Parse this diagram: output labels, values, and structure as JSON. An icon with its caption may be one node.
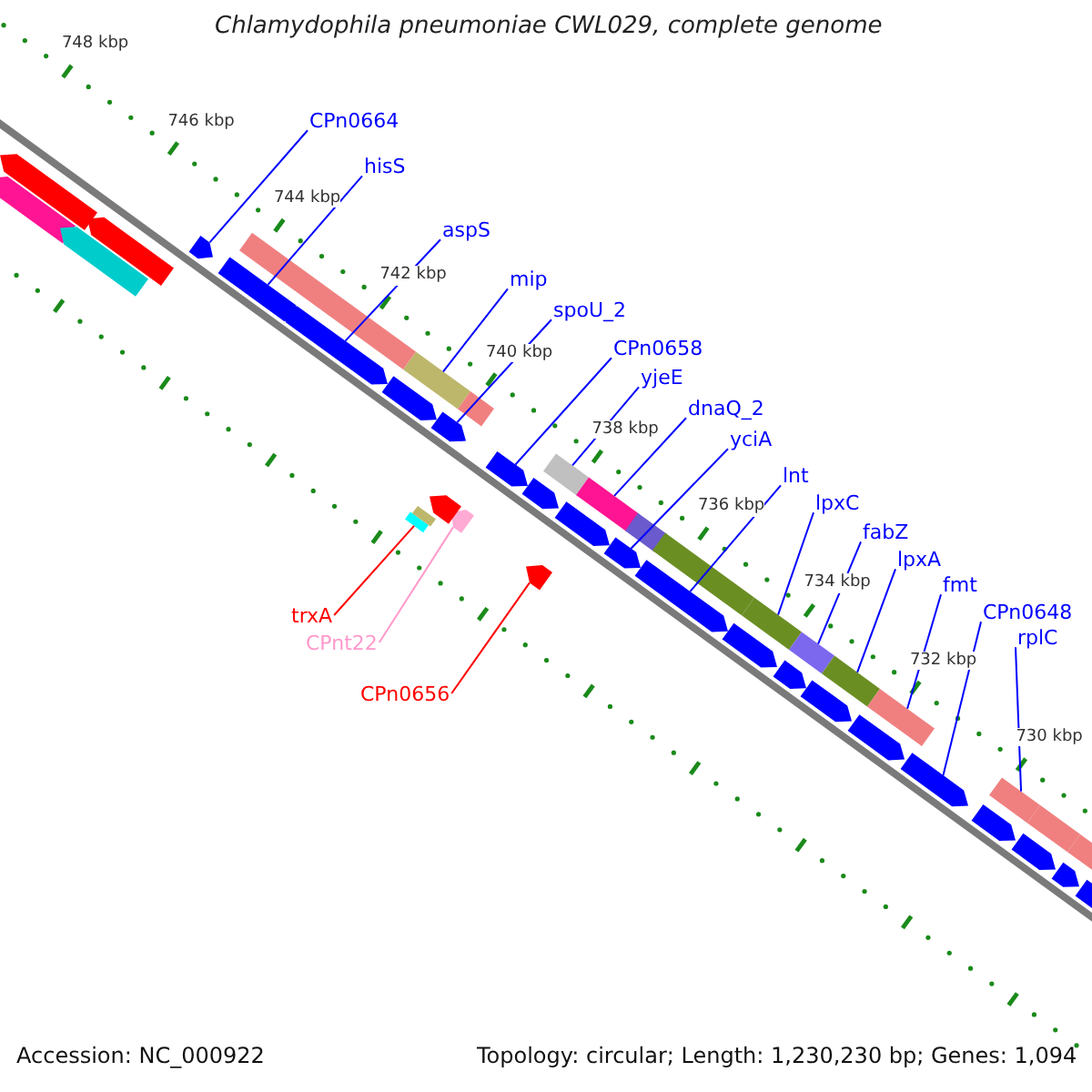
{
  "diagram": {
    "title": "Chlamydophila pneumoniae CWL029, complete genome",
    "nodes": [
      {
        "text": [
          "CPn0664"
        ]
      },
      {
        "text": [],
        "shape": "arrow"
      },
      {
        "text": [
          "hisS"
        ]
      },
      {
        "text": [],
        "shape": "arrow"
      },
      {
        "text": [
          "aspS"
        ]
      },
      {
        "text": [],
        "shape": "arrow"
      },
      {
        "text": [
          "mip"
        ]
      },
      {
        "text": [],
        "shape": "bar"
      },
      {
        "text": [
          "spoU_2"
        ]
      },
      {
        "text": [],
        "shape": "arrow"
      },
      {
        "text": [
          "CPn0658"
        ]
      },
      {
        "text": [],
        "shape": "arrow"
      },
      {
        "text": [
          "yjeE"
        ]
      },
      {
        "text": [],
        "shape": "bar"
      },
      {
        "text": [
          "dnaQ_2"
        ]
      },
      {
        "text": [],
        "shape": "bar"
      },
      {
        "text": [
          "yciA"
        ]
      },
      {
        "text": [],
        "shape": "arrow"
      },
      {
        "text": [
          "lnt"
        ]
      },
      {
        "text": [],
        "shape": "arrow"
      },
      {
        "text": [
          "lpxC"
        ]
      },
      {
        "text": [],
        "shape": "bar"
      },
      {
        "text": [
          "fabZ"
        ]
      },
      {
        "text": [],
        "shape": "bar"
      },
      {
        "text": [
          "lpxA"
        ]
      },
      {
        "text": [],
        "shape": "bar"
      },
      {
        "text": [
          "fmt"
        ]
      },
      {
        "text": [],
        "shape": "bar"
      },
      {
        "text": [
          "CPn0648"
        ]
      },
      {
        "text": [],
        "shape": "arrow"
      },
      {
        "text": [
          "rplC"
        ]
      },
      {
        "text": [],
        "shape": "bar"
      },
      {
        "text": [
          "trxA"
        ]
      },
      {
        "text": [],
        "shape": "bar"
      },
      {
        "text": [
          "CPnt22"
        ]
      },
      {
        "text": [],
        "shape": "arrow"
      },
      {
        "text": [
          "CPn0656"
        ]
      },
      {
        "text": [],
        "shape": "arrow"
      },
      {
        "text": [],
        "shape": "arrow"
      },
      {
        "text": [],
        "shape": "arrow"
      },
      {
        "text": [],
        "shape": "arrow"
      },
      {
        "text": [],
        "shape": "arrow"
      },
      {
        "text": [],
        "shape": "bar"
      },
      {
        "text": [],
        "shape": "arrow"
      },
      {
        "text": [],
        "shape": "arrow"
      },
      {
        "text": [],
        "shape": "bar"
      },
      {
        "text": [],
        "shape": "arrow"
      },
      {
        "text": [],
        "shape": "arrow"
      },
      {
        "text": [],
        "shape": "bar"
      },
      {
        "text": [],
        "shape": "bar"
      },
      {
        "text": [],
        "shape": "arrow"
      },
      {
        "text": [],
        "shape": "arrow"
      },
      {
        "text": [],
        "shape": "arrow"
      },
      {
        "text": [],
        "shape": "arrow"
      },
      {
        "text": [],
        "shape": "arrow"
      },
      {
        "text": [],
        "shape": "arrow"
      },
      {
        "text": [],
        "shape": "arrow"
      },
      {
        "text": [],
        "shape": "arrow"
      },
      {
        "text": [],
        "shape": "bar"
      },
      {
        "text": [],
        "shape": "bar"
      },
      {
        "text": [],
        "shape": "bar"
      }
    ],
    "edges": [
      {
        "from": 0,
        "to": 1,
        "arrow": "none"
      },
      {
        "from": 2,
        "to": 3,
        "arrow": "none"
      },
      {
        "from": 4,
        "to": 5,
        "arrow": "none"
      },
      {
        "from": 6,
        "to": 7,
        "arrow": "none"
      },
      {
        "from": 8,
        "to": 9,
        "arrow": "none"
      },
      {
        "from": 10,
        "to": 11,
        "arrow": "none"
      },
      {
        "from": 12,
        "to": 13,
        "arrow": "none"
      },
      {
        "from": 14,
        "to": 15,
        "arrow": "none"
      },
      {
        "from": 16,
        "to": 17,
        "arrow": "none"
      },
      {
        "from": 18,
        "to": 19,
        "arrow": "none"
      },
      {
        "from": 20,
        "to": 21,
        "arrow": "none"
      },
      {
        "from": 22,
        "to": 23,
        "arrow": "none"
      },
      {
        "from": 24,
        "to": 25,
        "arrow": "none"
      },
      {
        "from": 26,
        "to": 27,
        "arrow": "none"
      },
      {
        "from": 28,
        "to": 29,
        "arrow": "none"
      },
      {
        "from": 30,
        "to": 31,
        "arrow": "none"
      },
      {
        "from": 32,
        "to": 33,
        "arrow": "none",
        "color": "#ff0000"
      },
      {
        "from": 34,
        "to": 35,
        "arrow": "none",
        "color": "#ff99cc"
      },
      {
        "from": 36,
        "to": 37,
        "arrow": "none",
        "color": "#ff0000"
      }
    ],
    "labels": [
      "748 kbp",
      "746 kbp",
      "744 kbp",
      "742 kbp",
      "740 kbp",
      "738 kbp",
      "736 kbp",
      "734 kbp",
      "732 kbp",
      "730 kbp",
      "Accession: NC_000922",
      "Topology: circular; Length: 1,230,230 bp; Genes: 1,094"
    ]
  }
}
